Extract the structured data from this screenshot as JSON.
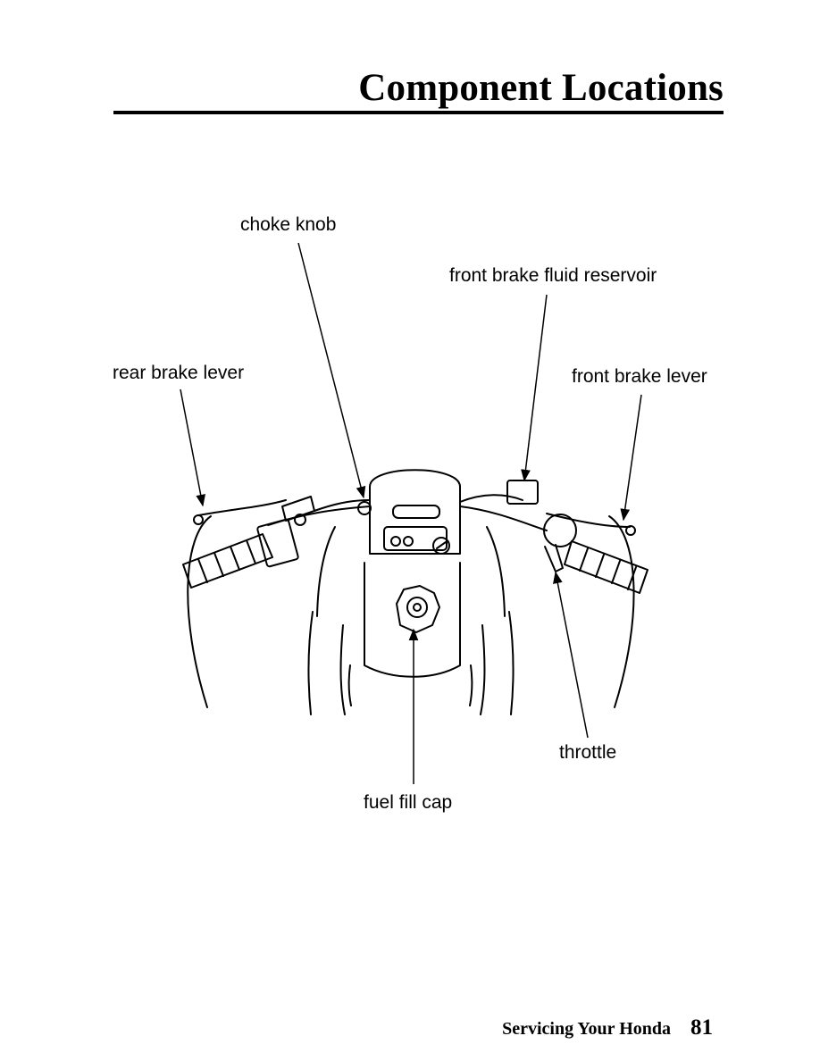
{
  "page": {
    "title": "Component Locations",
    "section": "Servicing Your Honda",
    "page_number": "81"
  },
  "figure": {
    "labels": {
      "choke_knob": "choke knob",
      "front_brake_fluid_reservoir": "front brake fluid reservoir",
      "rear_brake_lever": "rear brake lever",
      "front_brake_lever": "front brake lever",
      "throttle": "throttle",
      "fuel_fill_cap": "fuel fill cap"
    }
  }
}
